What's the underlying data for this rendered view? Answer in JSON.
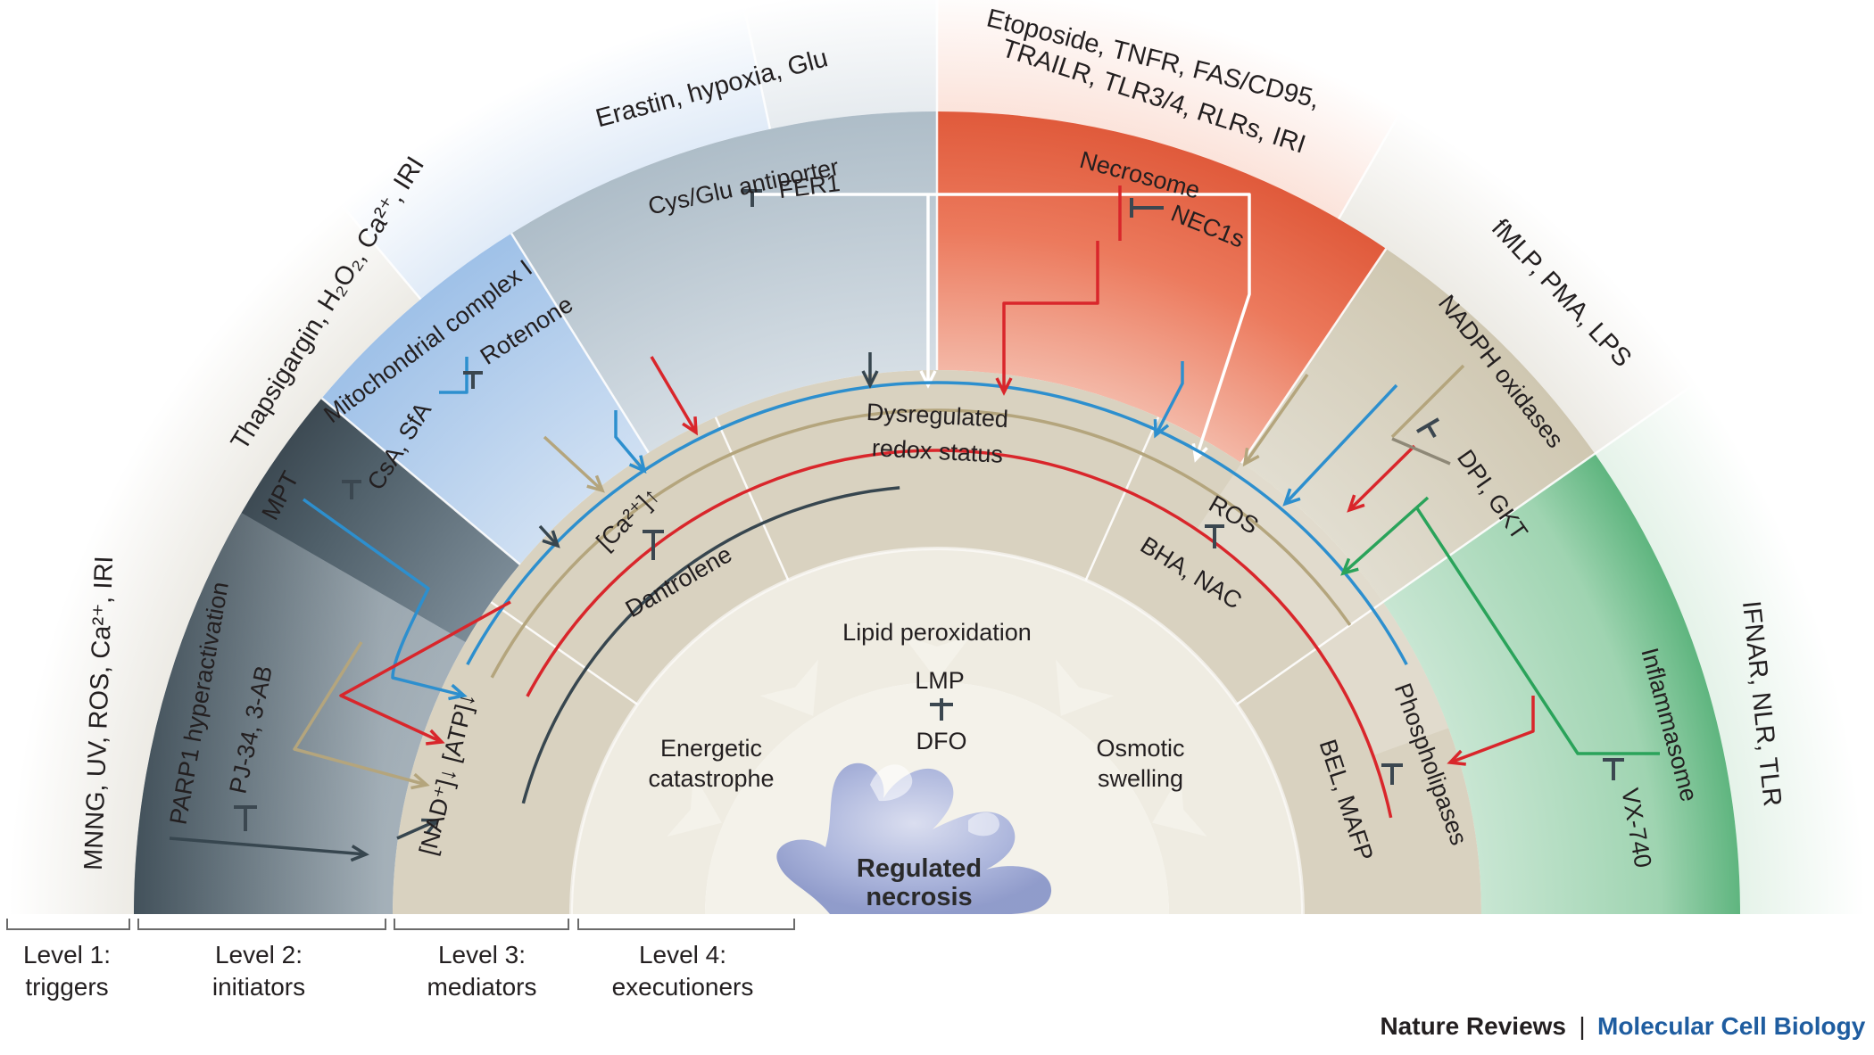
{
  "colors": {
    "blue": "#2d8fce",
    "tan": "#b4a57d",
    "red": "#d9262b",
    "dark": "#37464f",
    "white": "#ffffff",
    "green": "#2aa35a",
    "brand": "#1f5da0"
  },
  "triggers": {
    "parp": "MNNG, UV, ROS, Ca²⁺, IRI",
    "mito": "Thapsigargin, H₂O₂, Ca²⁺, IRI",
    "fer": "Erastin, hypoxia, Glu",
    "nec_1": "Etoposide, TNFR, FAS/CD95,",
    "nec_2": "TRAILR, TLR3/4, RLRs, IRI",
    "nox": "fMLP, PMA, LPS",
    "infl": "IFNAR, NLR, TLR"
  },
  "initiators": {
    "parp": "PARP1 hyperactivation",
    "parp_inhibitor": "PJ-34, 3-AB",
    "mpt": "MPT",
    "mpt_inhibitor": "CsA, SfA",
    "mito_complex": "Mitochondrial complex I",
    "rotenone": "Rotenone",
    "cysglu": "Cys/Glu antiporter",
    "fer1": "FER1",
    "necrosome": "Necrosome",
    "nec1s": "NEC1s",
    "nadph": "NADPH oxidases",
    "dpi": "DPI, GKT",
    "inflammasome": "Inflammasome",
    "vx740": "VX-740"
  },
  "mediators": {
    "nad": "[NAD⁺]↓ [ATP]↓",
    "ca": "[Ca²⁺]↑",
    "dantrolene": "Dantrolene",
    "redox_1": "Dysregulated",
    "redox_2": "redox status",
    "ros": "ROS",
    "bha": "BHA, NAC",
    "phospholipases": "Phospholipases",
    "bel": "BEL, MAFP"
  },
  "executioners": {
    "energetic_1": "Energetic",
    "energetic_2": "catastrophe",
    "lipid": "Lipid peroxidation",
    "lmp": "LMP",
    "dfo": "DFO",
    "osmotic_1": "Osmotic",
    "osmotic_2": "swelling"
  },
  "center": {
    "line1": "Regulated",
    "line2": "necrosis"
  },
  "levels": [
    {
      "line1": "Level 1:",
      "line2": "triggers"
    },
    {
      "line1": "Level 2:",
      "line2": "initiators"
    },
    {
      "line1": "Level 3:",
      "line2": "mediators"
    },
    {
      "line1": "Level 4:",
      "line2": "executioners"
    }
  ],
  "brand": {
    "journal": "Nature Reviews",
    "separator": "|",
    "section": "Molecular Cell Biology"
  }
}
